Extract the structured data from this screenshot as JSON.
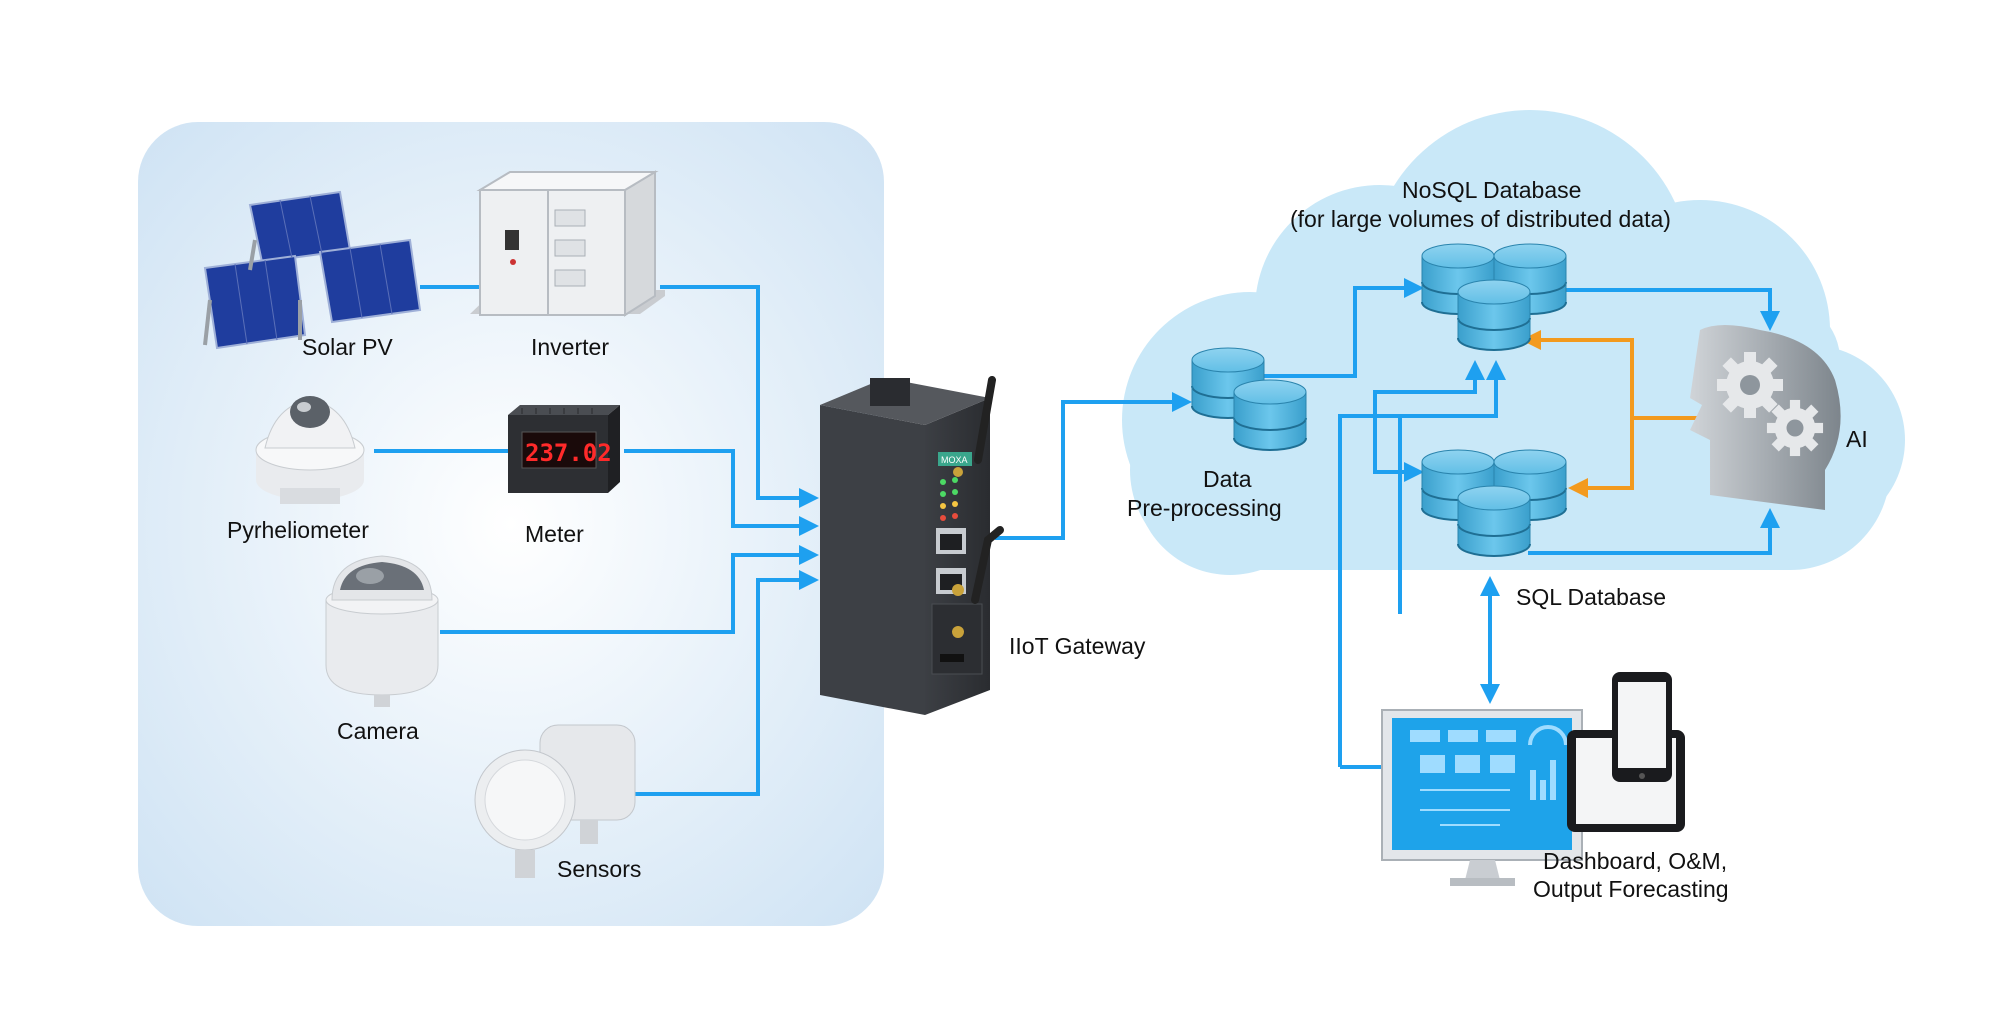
{
  "devices": {
    "solar_pv": "Solar PV",
    "inverter": "Inverter",
    "pyrheliometer": "Pyrheliometer",
    "meter": "Meter",
    "meter_reading": "237.02",
    "camera": "Camera",
    "sensors": "Sensors"
  },
  "gateway": {
    "label": "IIoT Gateway",
    "brand": "MOXA"
  },
  "cloud": {
    "preprocessing_line1": "Data",
    "preprocessing_line2": "Pre-processing",
    "nosql_line1": "NoSQL Database",
    "nosql_line2": "(for large volumes of distributed data)",
    "sql": "SQL Database",
    "ai": "AI"
  },
  "dashboard": {
    "line1": "Dashboard, O&M,",
    "line2": "Output Forecasting"
  },
  "colors": {
    "flow": "#1ea0f0",
    "ai_flow": "#f39a1e",
    "field_panel": "#d4e7f6",
    "cloud": "#c9e8f8",
    "database": "#5bb8df"
  }
}
